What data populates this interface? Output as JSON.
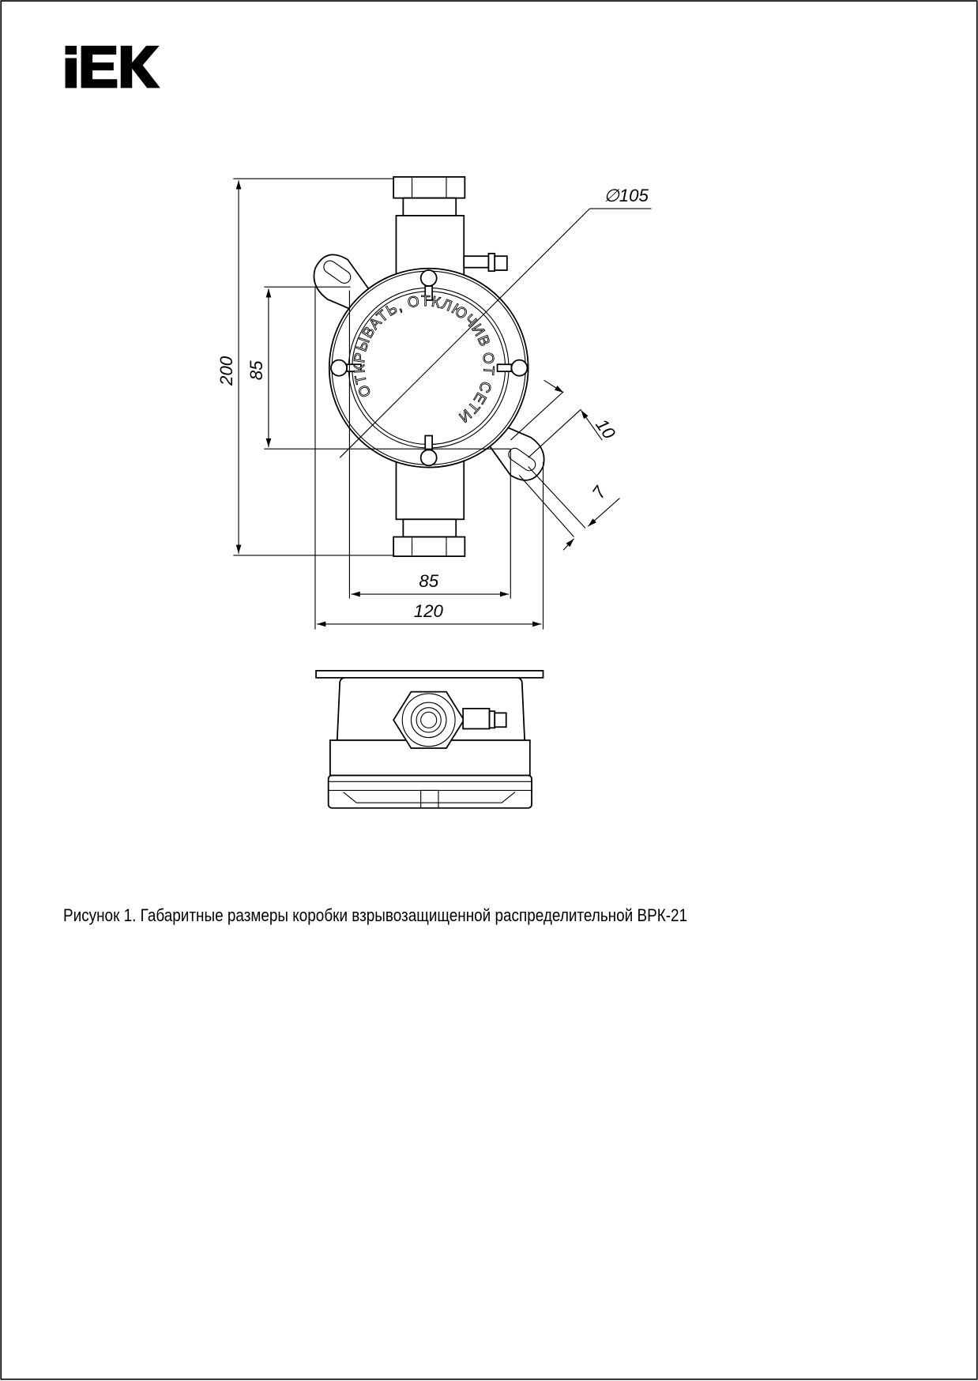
{
  "logo": {
    "text": "IEK"
  },
  "drawing": {
    "dimensions": {
      "height_total": "200",
      "mount_vertical": "85",
      "mount_horizontal": "85",
      "width_total": "120",
      "diameter": "∅105",
      "lug_width": "10",
      "slot_width": "7"
    },
    "cover_text": "ОТКРЫВАТЬ, ОТКЛЮЧИВ ОТ СЕТИ"
  },
  "caption": "Рисунок 1. Габаритные размеры коробки взрывозащищенной распределительной ВРК-21"
}
